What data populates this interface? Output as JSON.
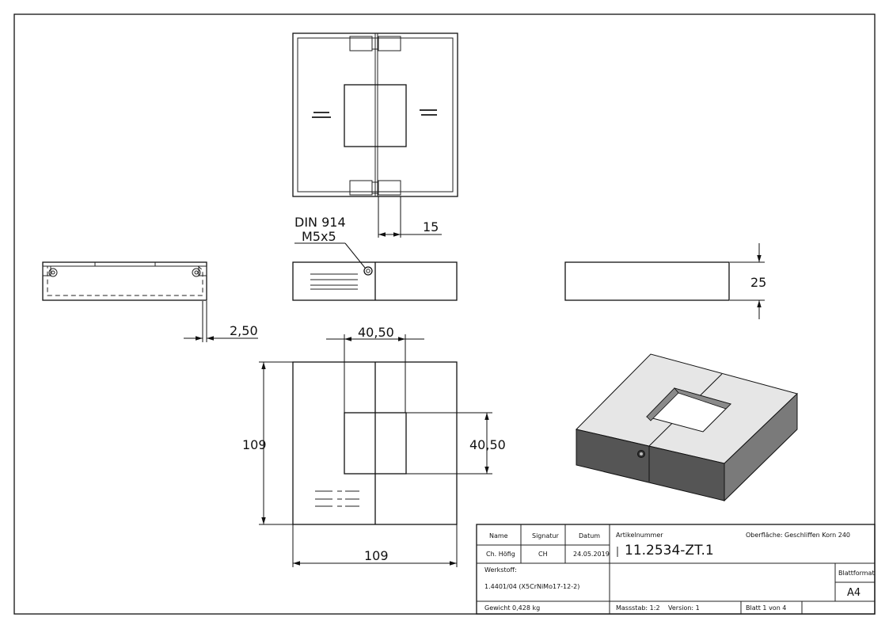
{
  "dimensions": {
    "din_standard": "DIN 914",
    "screw_size": "M5x5",
    "slot_width": "15",
    "thickness": "25",
    "gap": "2,50",
    "hole_width": "40,50",
    "hole_height": "40,50",
    "outer_height": "109",
    "outer_width": "109"
  },
  "title_block": {
    "name_header": "Name",
    "signature_header": "Signatur",
    "date_header": "Datum",
    "name_value": "Ch. Höfig",
    "signature_value": "CH",
    "date_value": "24.05.2019",
    "article_label": "Artikelnummer",
    "article_number": "11.2534-ZT.1",
    "surface_label": "Oberfläche:",
    "surface_value": "Geschliffen Korn 240",
    "material_label": "Werkstoff:",
    "material_value": "1.4401/04 (X5CrNiMo17-12-2)",
    "sheet_format_label": "Blattformat",
    "sheet_format_value": "A4",
    "weight": "Gewicht 0,428 kg",
    "scale": "Massstab: 1:2",
    "version": "Version: 1",
    "sheet": "Blatt 1 von 4"
  },
  "colors": {
    "top_face": "#e6e6e6",
    "front_face": "#555555",
    "side_face": "#7a7a7a",
    "hole_inner": "#8a8a8a"
  }
}
